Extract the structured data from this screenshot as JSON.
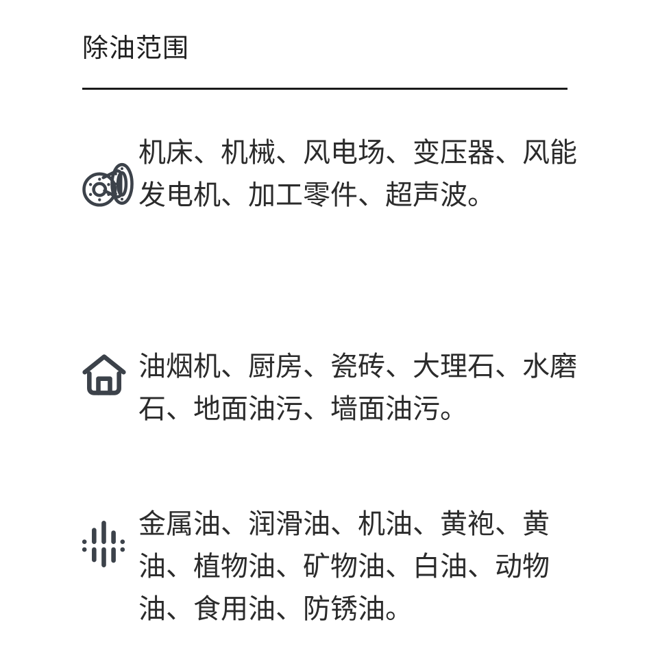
{
  "header": {
    "title": "除油范围",
    "rule_color": "#1a1a1a"
  },
  "theme": {
    "background": "#ffffff",
    "title_color": "#1f1f1f",
    "body_text_color": "#2b2b2b",
    "icon_color": "#3c424a"
  },
  "sections": [
    {
      "icon": "machine-flange-icon",
      "text": "机床、机械、风电场、变压器、风能发电机、加工零件、超声波。"
    },
    {
      "icon": "home-icon",
      "text": "油烟机、厨房、瓷砖、大理石、水磨石、地面油污、墙面油污。"
    },
    {
      "icon": "waveform-icon",
      "text": "金属油、润滑油、机油、黄袍、黄油、植物油、矿物油、白油、动物油、食用油、防锈油。"
    }
  ]
}
